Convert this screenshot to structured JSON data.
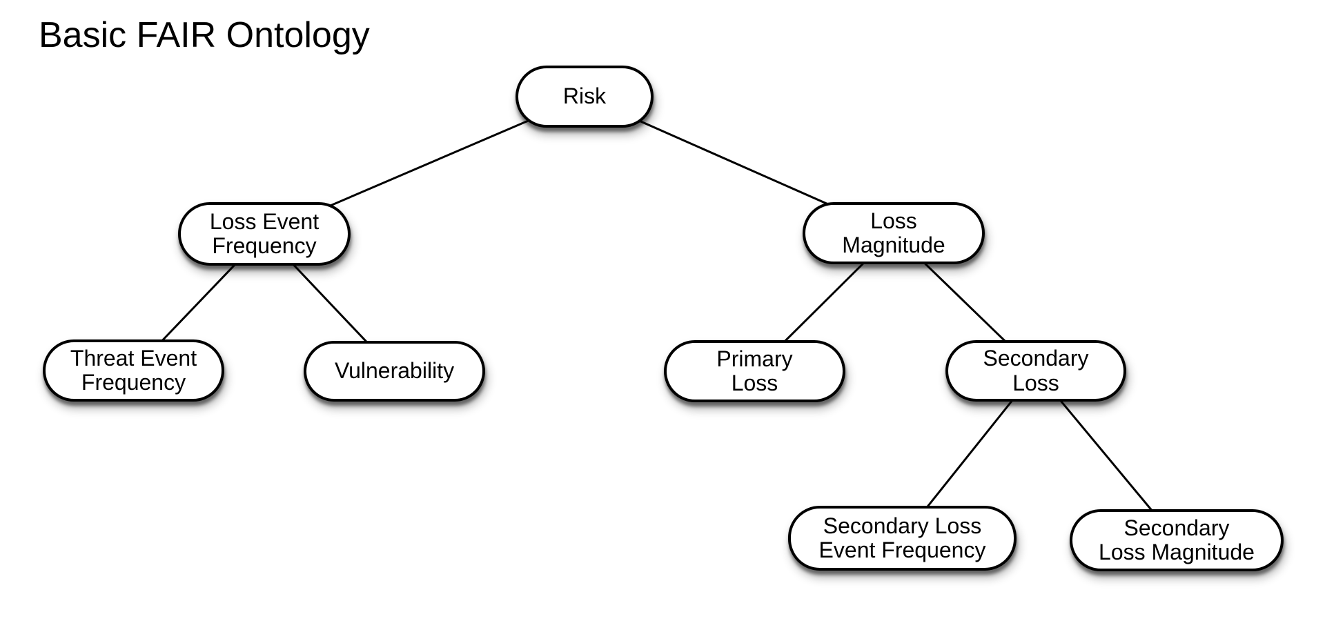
{
  "title": "Basic FAIR Ontology",
  "diagram": {
    "type": "tree",
    "nodes": {
      "risk": {
        "label": "Risk"
      },
      "loss_event_frequency": {
        "label": "Loss Event\nFrequency"
      },
      "loss_magnitude": {
        "label": "Loss\nMagnitude"
      },
      "threat_event_frequency": {
        "label": "Threat Event\nFrequency"
      },
      "vulnerability": {
        "label": "Vulnerability"
      },
      "primary_loss": {
        "label": "Primary\nLoss"
      },
      "secondary_loss": {
        "label": "Secondary\nLoss"
      },
      "secondary_loss_event_frequency": {
        "label": "Secondary Loss\nEvent Frequency"
      },
      "secondary_loss_magnitude": {
        "label": "Secondary\nLoss Magnitude"
      }
    },
    "edges": [
      {
        "from": "risk",
        "to": "loss_event_frequency"
      },
      {
        "from": "risk",
        "to": "loss_magnitude"
      },
      {
        "from": "loss_event_frequency",
        "to": "threat_event_frequency"
      },
      {
        "from": "loss_event_frequency",
        "to": "vulnerability"
      },
      {
        "from": "loss_magnitude",
        "to": "primary_loss"
      },
      {
        "from": "loss_magnitude",
        "to": "secondary_loss"
      },
      {
        "from": "secondary_loss",
        "to": "secondary_loss_event_frequency"
      },
      {
        "from": "secondary_loss",
        "to": "secondary_loss_magnitude"
      }
    ],
    "colors": {
      "background": "#ffffff",
      "node_fill": "#ffffff",
      "node_border": "#000000",
      "connector": "#000000",
      "text": "#000000"
    }
  }
}
